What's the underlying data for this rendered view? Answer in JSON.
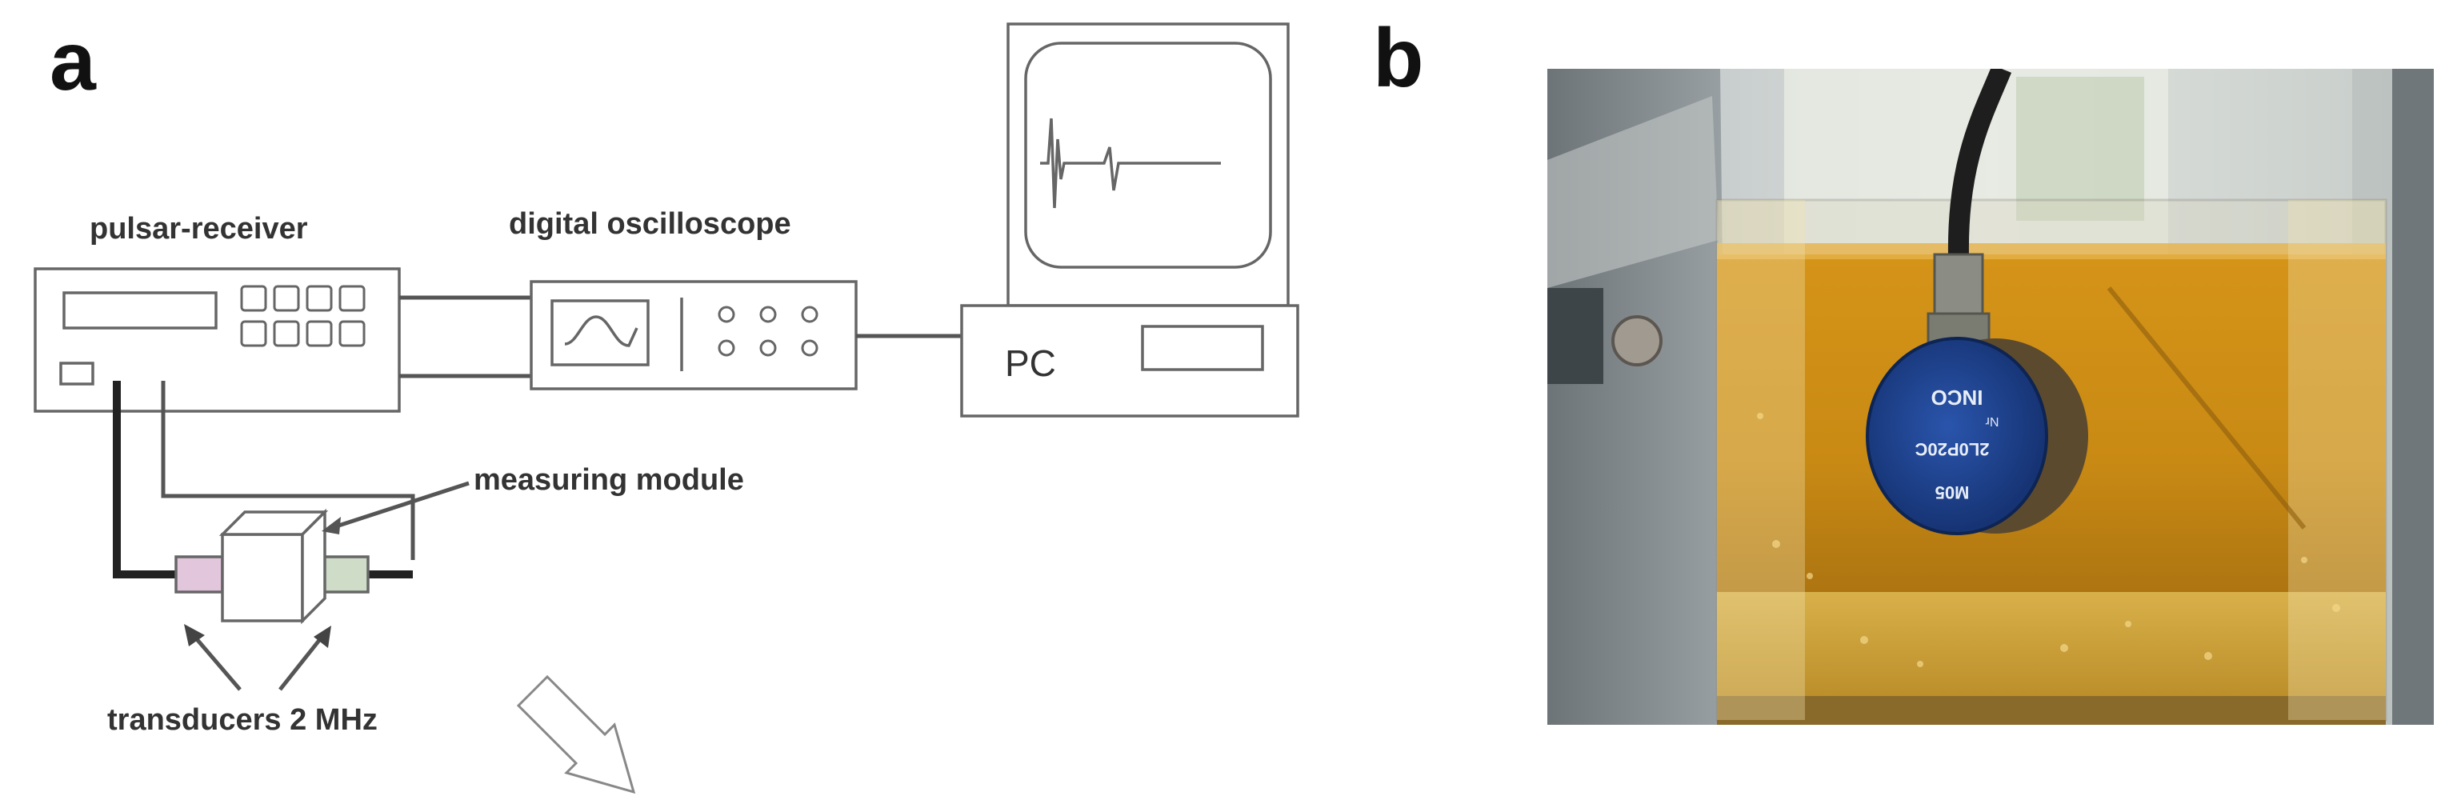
{
  "panel_a": {
    "letter": "a",
    "labels": {
      "pulsar_receiver": "pulsar-receiver",
      "digital_oscilloscope": "digital oscilloscope",
      "pc": "PC",
      "measuring_module": "measuring module",
      "transducers": "transducers 2 MHz"
    }
  },
  "panel_b": {
    "letter": "b",
    "transducer_text": {
      "brand": "INCO",
      "model": "2L0P20C",
      "code": "M05",
      "small": "Nr"
    }
  },
  "colors": {
    "oil": "#c98a14",
    "transducer_blue": "#1a3e8c",
    "transducer_pink": "#e2c6dc",
    "transducer_green": "#cfdcc8",
    "cable": "#222222",
    "metal": "#7d8488"
  }
}
